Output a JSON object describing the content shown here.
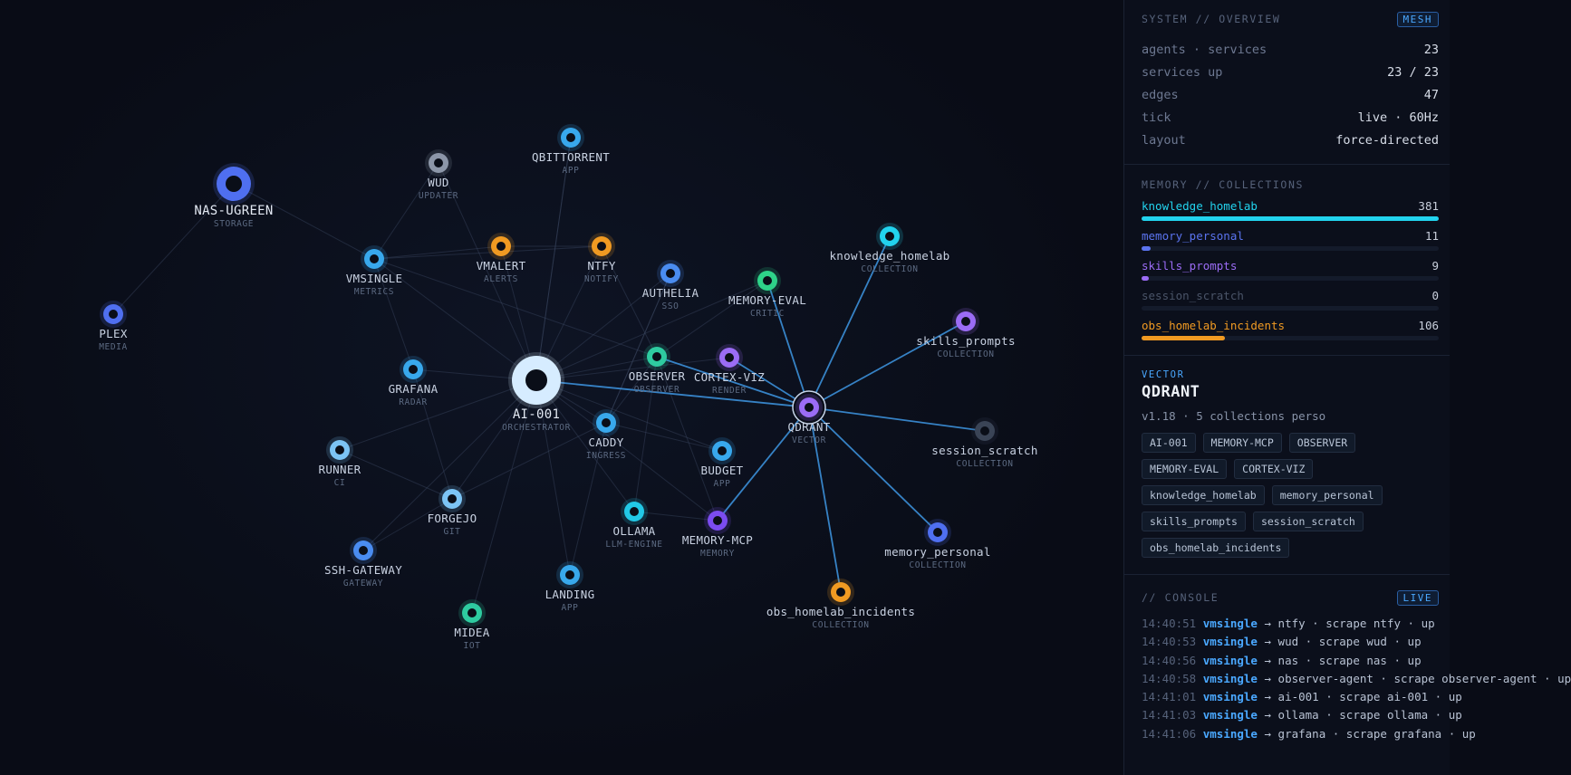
{
  "nodes": [
    {
      "id": "nas",
      "label": "NAS-UGREEN",
      "sub": "STORAGE",
      "color": "#4f6ff0",
      "big": true
    },
    {
      "id": "plex",
      "label": "PLEX",
      "sub": "MEDIA",
      "color": "#4f6ff0"
    },
    {
      "id": "wud",
      "label": "WUD",
      "sub": "UPDATER",
      "color": "#8c96a8"
    },
    {
      "id": "qbit",
      "label": "QBITTORRENT",
      "sub": "APP",
      "color": "#38a8ec"
    },
    {
      "id": "vmsingle",
      "label": "VMSINGLE",
      "sub": "METRICS",
      "color": "#38a8ec"
    },
    {
      "id": "vmalert",
      "label": "VMALERT",
      "sub": "ALERTS",
      "color": "#f09a22"
    },
    {
      "id": "ntfy",
      "label": "NTFY",
      "sub": "NOTIFY",
      "color": "#f09a22"
    },
    {
      "id": "authelia",
      "label": "AUTHELIA",
      "sub": "SSO",
      "color": "#4a8cf0"
    },
    {
      "id": "memeval",
      "label": "MEMORY-EVAL",
      "sub": "CRITIC",
      "color": "#2ed389"
    },
    {
      "id": "kh",
      "label": "knowledge_homelab",
      "sub": "COLLECTION",
      "color": "#22d3ee"
    },
    {
      "id": "sp",
      "label": "skills_prompts",
      "sub": "COLLECTION",
      "color": "#9b6cf5"
    },
    {
      "id": "grafana",
      "label": "GRAFANA",
      "sub": "RADAR",
      "color": "#38a8ec"
    },
    {
      "id": "ai001",
      "label": "AI-001",
      "sub": "ORCHESTRATOR",
      "color": "#d6ecff",
      "big": true
    },
    {
      "id": "observer",
      "label": "OBSERVER",
      "sub": "OBSERVER",
      "color": "#2ecba0"
    },
    {
      "id": "cortex",
      "label": "CORTEX-VIZ",
      "sub": "RENDER",
      "color": "#9b6cf5"
    },
    {
      "id": "qdrant",
      "label": "QDRANT",
      "sub": "VECTOR",
      "color": "#9b6cf5"
    },
    {
      "id": "ss",
      "label": "session_scratch",
      "sub": "COLLECTION",
      "color": "#3a4456"
    },
    {
      "id": "caddy",
      "label": "CADDY",
      "sub": "INGRESS",
      "color": "#38a8ec"
    },
    {
      "id": "runner",
      "label": "RUNNER",
      "sub": "CI",
      "color": "#7cc4f5"
    },
    {
      "id": "budget",
      "label": "BUDGET",
      "sub": "APP",
      "color": "#38a8ec"
    },
    {
      "id": "forgejo",
      "label": "FORGEJO",
      "sub": "GIT",
      "color": "#7cc4f5"
    },
    {
      "id": "ollama",
      "label": "OLLAMA",
      "sub": "LLM-ENGINE",
      "color": "#22c8e6"
    },
    {
      "id": "memmcp",
      "label": "MEMORY-MCP",
      "sub": "MEMORY",
      "color": "#7b4cf0"
    },
    {
      "id": "mp",
      "label": "memory_personal",
      "sub": "COLLECTION",
      "color": "#4f6ff0"
    },
    {
      "id": "ssh",
      "label": "SSH-GATEWAY",
      "sub": "GATEWAY",
      "color": "#4a8cf0"
    },
    {
      "id": "landing",
      "label": "LANDING",
      "sub": "APP",
      "color": "#38a8ec"
    },
    {
      "id": "midea",
      "label": "MIDEA",
      "sub": "IOT",
      "color": "#2ecba0"
    },
    {
      "id": "ohi",
      "label": "obs_homelab_incidents",
      "sub": "COLLECTION",
      "color": "#f09a22"
    }
  ],
  "overview": {
    "title": "SYSTEM // OVERVIEW",
    "badge": "MESH",
    "rows": [
      {
        "k": "agents · services",
        "v": "23"
      },
      {
        "k": "services up",
        "v": "23 / 23"
      },
      {
        "k": "edges",
        "v": "47"
      },
      {
        "k": "tick",
        "v": "live · 60Hz"
      },
      {
        "k": "layout",
        "v": "force-directed"
      }
    ]
  },
  "memory": {
    "title": "MEMORY // COLLECTIONS",
    "collections": [
      {
        "name": "knowledge_homelab",
        "count": "381",
        "color": "#22d3ee",
        "fill": 1.0
      },
      {
        "name": "memory_personal",
        "count": "11",
        "color": "#5b74f0",
        "fill": 0.029
      },
      {
        "name": "skills_prompts",
        "count": "9",
        "color": "#9b6cf5",
        "fill": 0.024
      },
      {
        "name": "session_scratch",
        "count": "0",
        "color": "#4a5468",
        "fill": 0.0
      },
      {
        "name": "obs_homelab_incidents",
        "count": "106",
        "color": "#f09a22",
        "fill": 0.28
      }
    ]
  },
  "vector": {
    "kicker": "VECTOR",
    "name": "QDRANT",
    "meta": "v1.18 · 5 collections perso",
    "chips": [
      "AI-001",
      "MEMORY-MCP",
      "OBSERVER",
      "MEMORY-EVAL",
      "CORTEX-VIZ",
      "knowledge_homelab",
      "memory_personal",
      "skills_prompts",
      "session_scratch",
      "obs_homelab_incidents"
    ]
  },
  "console": {
    "title": "// CONSOLE",
    "badge": "LIVE",
    "lines": [
      {
        "time": "14:40:51",
        "src": "vmsingle",
        "msg": "→ ntfy · scrape ntfy · up"
      },
      {
        "time": "14:40:53",
        "src": "vmsingle",
        "msg": "→ wud · scrape wud · up"
      },
      {
        "time": "14:40:56",
        "src": "vmsingle",
        "msg": "→ nas · scrape nas · up"
      },
      {
        "time": "14:40:58",
        "src": "vmsingle",
        "msg": "→ observer-agent · scrape observer-agent · up"
      },
      {
        "time": "14:41:01",
        "src": "vmsingle",
        "msg": "→ ai-001 · scrape ai-001 · up"
      },
      {
        "time": "14:41:03",
        "src": "vmsingle",
        "msg": "→ ollama · scrape ollama · up"
      },
      {
        "time": "14:41:06",
        "src": "vmsingle",
        "msg": "→ grafana · scrape grafana · up"
      }
    ]
  }
}
